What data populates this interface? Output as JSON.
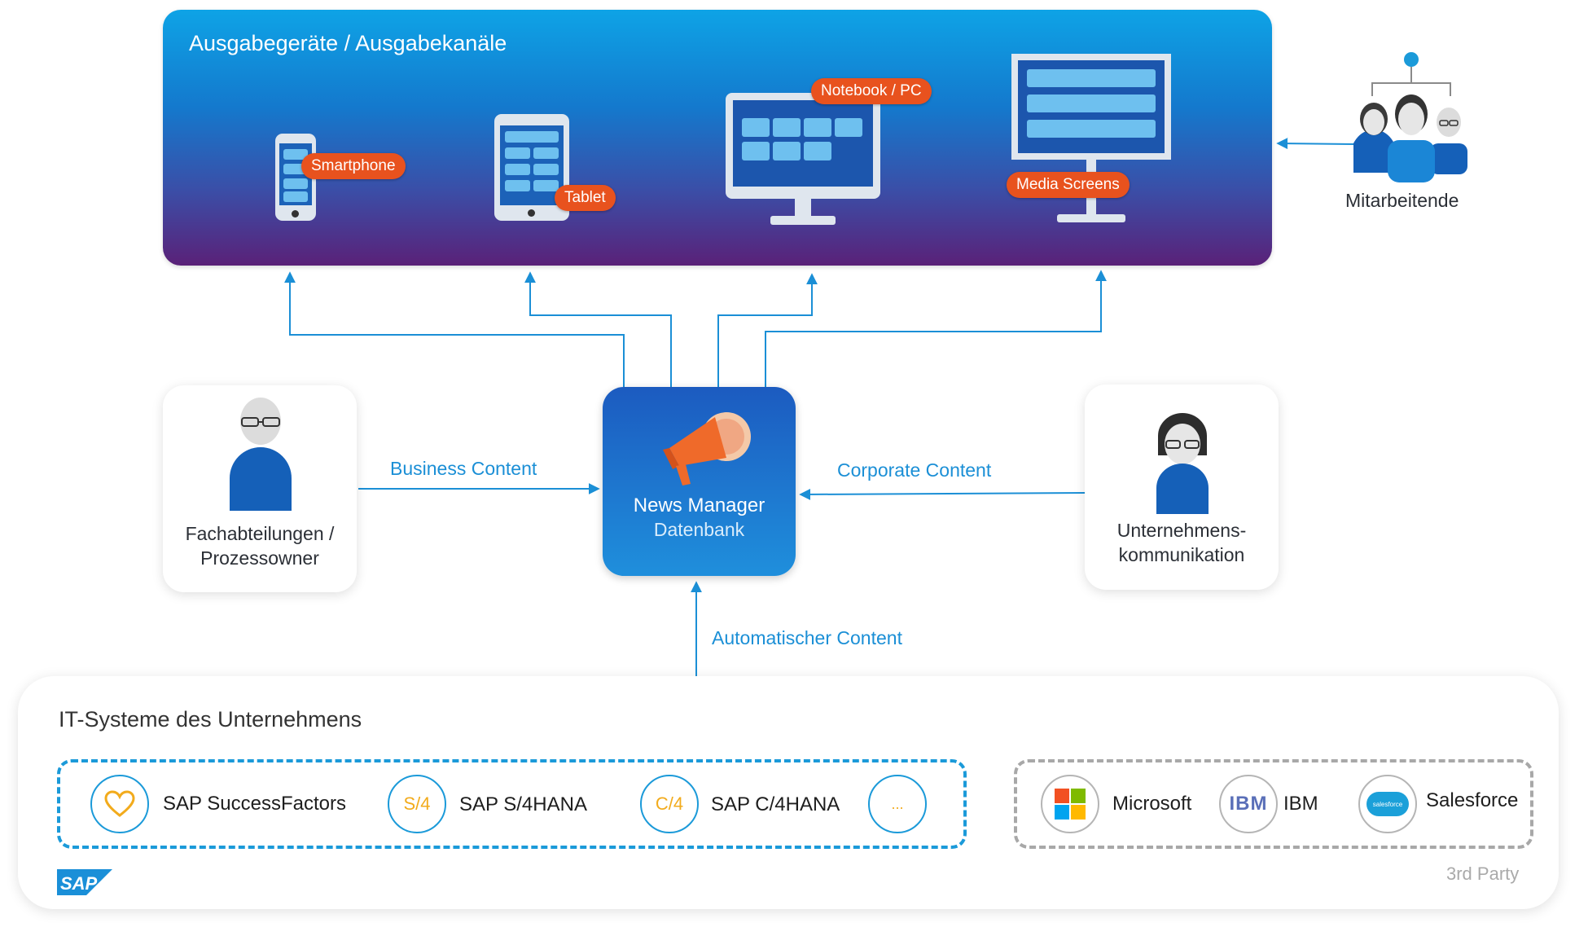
{
  "output_panel": {
    "title": "Ausgabegeräte / Ausgabekanäle",
    "devices": [
      {
        "label": "Smartphone"
      },
      {
        "label": "Tablet"
      },
      {
        "label": "Notebook / PC"
      },
      {
        "label": "Media Screens"
      }
    ]
  },
  "employees": {
    "label": "Mitarbeitende"
  },
  "left_card": {
    "line1": "Fachabteilungen /",
    "line2": "Prozessowner"
  },
  "right_card": {
    "line1": "Unternehmens-",
    "line2": "kommunikation"
  },
  "center": {
    "title": "News Manager",
    "subtitle": "Datenbank"
  },
  "flows": {
    "business": "Business Content",
    "corporate": "Corporate Content",
    "automatic": "Automatischer Content"
  },
  "it_systems": {
    "title": "IT-Systeme des Unternehmens",
    "sap": [
      {
        "abbr": "",
        "label": "SAP SuccessFactors"
      },
      {
        "abbr": "S/4",
        "label": "SAP S/4HANA"
      },
      {
        "abbr": "C/4",
        "label": "SAP C/4HANA"
      },
      {
        "abbr": "...",
        "label": ""
      }
    ],
    "third_party": [
      {
        "label": "Microsoft"
      },
      {
        "abbr": "IBM",
        "label": "IBM"
      },
      {
        "abbr": "salesforce",
        "label": "Salesforce"
      }
    ],
    "third_party_caption": "3rd Party",
    "logo_text": "SAP"
  },
  "colors": {
    "accent_blue": "#1b9ad9",
    "badge_orange": "#e8521e",
    "sap_yellow": "#f2ab1c"
  }
}
